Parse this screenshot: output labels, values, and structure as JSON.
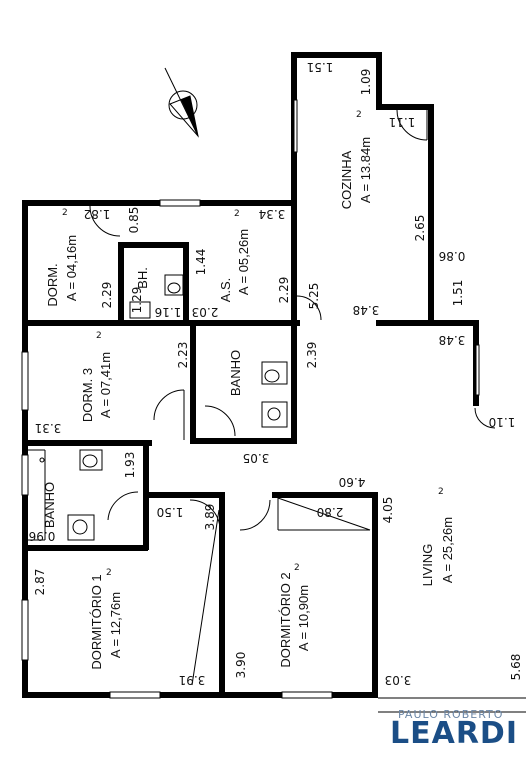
{
  "rooms": {
    "cozinha": {
      "name": "COZINHA",
      "area": "A = 13.84m"
    },
    "dorm": {
      "name": "DORM.",
      "area": "A = 04,16m"
    },
    "bh": {
      "name": "BH."
    },
    "as": {
      "name": "A.S.",
      "area": "A = 05,26m"
    },
    "dorm3": {
      "name": "DORM. 3",
      "area": "A = 07,41m"
    },
    "banho1": {
      "name": "BANHO"
    },
    "banho2": {
      "name": "BANHO"
    },
    "dormitorio1": {
      "name": "DORMITÓRIO 1",
      "area": "A = 12,76m"
    },
    "dormitorio2": {
      "name": "DORMITÓRIO 2",
      "area": "A = 10,90m"
    },
    "living": {
      "name": "LIVING",
      "area": "A = 25,26m"
    }
  },
  "area_unit_sup": "2",
  "dims": {
    "d151": "1.51",
    "d109": "1.09",
    "d111": "1.11",
    "d265": "2.65",
    "d086": "0.86",
    "d151b": "1.51",
    "d348a": "3.48",
    "d348b": "3.48",
    "d525": "5.25",
    "d229a": "2.29",
    "d334": "3.34",
    "d144": "1.44",
    "d182": "1.82",
    "d085": "0.85",
    "d229b": "2.29",
    "d129": "1.29",
    "d116": "1.16",
    "d203": "2.03",
    "d223": "2.23",
    "d239": "2.39",
    "d331": "3.31",
    "d305": "3.05",
    "d110": "1.10",
    "d193": "1.93",
    "d150": "1.50",
    "d096": "0.96",
    "d460": "4.60",
    "d405": "4.05",
    "d280": "2.80",
    "d389": "3.89",
    "d287": "2.87",
    "d391": "3.91",
    "d390": "3.90",
    "d303": "3.03",
    "d568": "5.68"
  },
  "logo": {
    "line1": "PAULO ROBERTO",
    "line2": "LEARDI"
  }
}
